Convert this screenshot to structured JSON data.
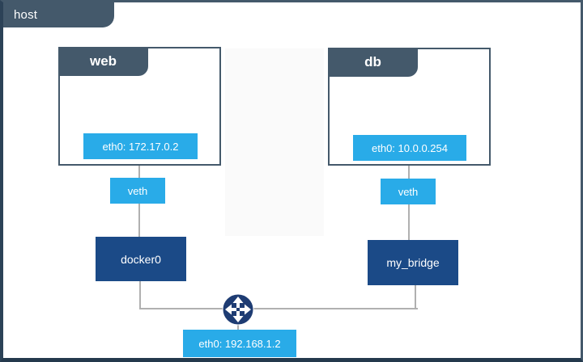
{
  "host": {
    "label": "host",
    "interface": {
      "label": "eth0: 192.168.1.2"
    }
  },
  "containers": {
    "web": {
      "label": "web",
      "interface": {
        "label": "eth0: 172.17.0.2"
      },
      "veth": {
        "label": "veth"
      },
      "bridge": {
        "label": "docker0"
      }
    },
    "db": {
      "label": "db",
      "interface": {
        "label": "eth0: 10.0.0.254"
      },
      "veth": {
        "label": "veth"
      },
      "bridge": {
        "label": "my_bridge"
      }
    }
  },
  "icons": {
    "router": "router-icon"
  },
  "colors": {
    "frame_slate": "#44596b",
    "interface_blue": "#29abe8",
    "bridge_navy": "#1b4a87",
    "router_navy": "#1e3c73",
    "connector_gray": "#b0b0b0",
    "background": "#ffffff"
  }
}
